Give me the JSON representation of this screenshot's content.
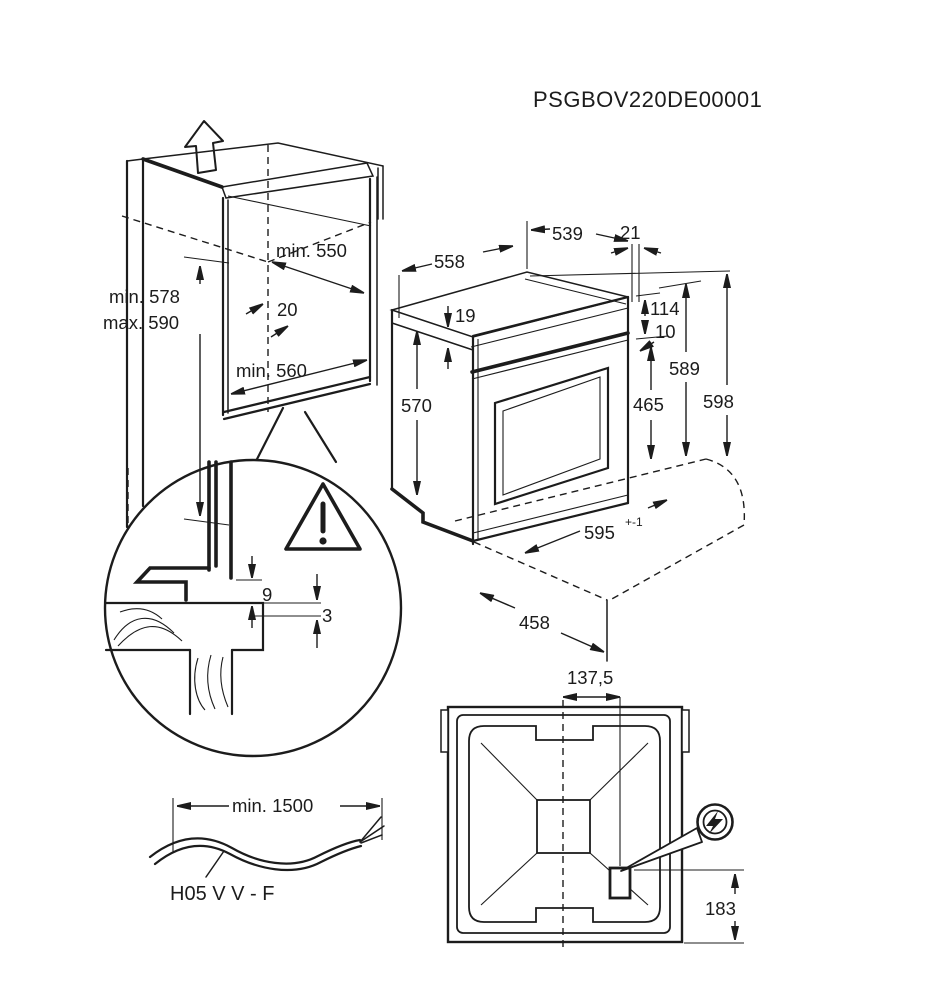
{
  "title": "PSGBOV220DE00001",
  "cabinet": {
    "dim_min_550": "min. 550",
    "dim_back_gap": "20",
    "dim_min_height": "min. 578",
    "dim_max_height": "max. 590",
    "dim_min_560": "min. 560"
  },
  "joint_detail": {
    "dim_trim": "9",
    "dim_gap": "3"
  },
  "oven": {
    "dim_depth_top": "558",
    "dim_depth_body": "539",
    "dim_door_thickness": "21",
    "dim_top_plate": "19",
    "dim_control_panel": "114",
    "dim_gap": "10",
    "dim_side_height": "570",
    "dim_door_height": "465",
    "dim_body_height": "589",
    "dim_total_height": "598",
    "dim_width": "595",
    "dim_width_tolerance": "+-1",
    "dim_depth_bottom": "458"
  },
  "cable": {
    "dim_length": "min. 1500",
    "type_label": "H05 V V - F"
  },
  "rear_view": {
    "dim_connection_x": "137,5",
    "dim_connection_y": "183"
  },
  "colors": {
    "line": "#1c1c1c",
    "background": "#ffffff"
  }
}
